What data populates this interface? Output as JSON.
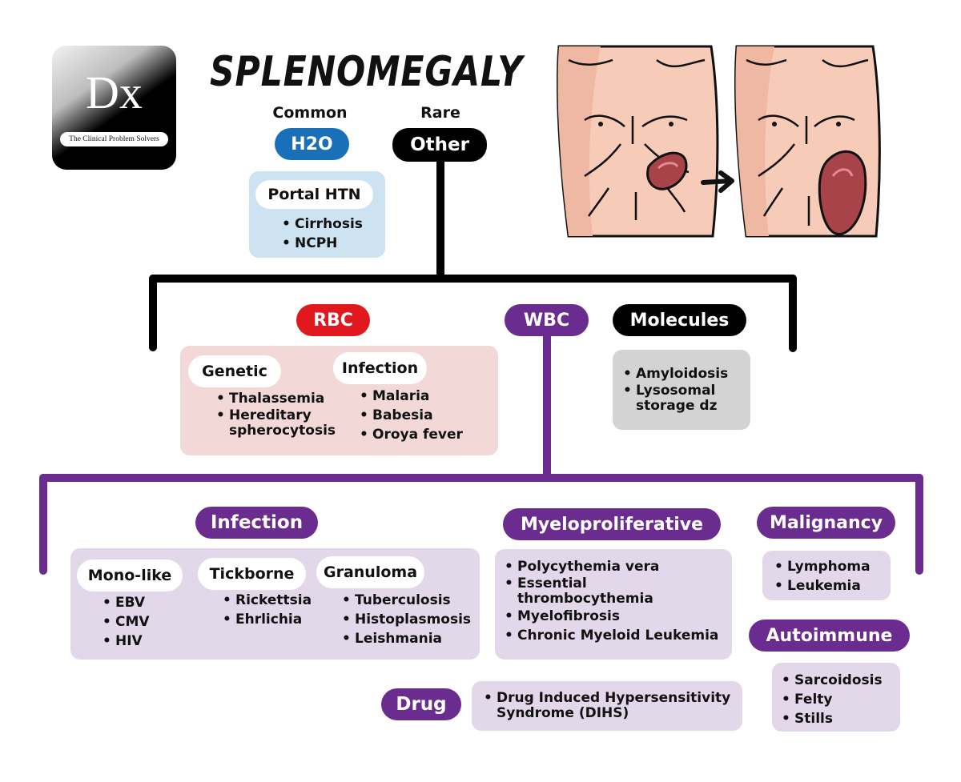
{
  "title": "SPLENOMEGALY",
  "logo": {
    "text": "Dx",
    "subtitle": "The Clinical Problem Solvers"
  },
  "common": {
    "heading": "Common",
    "label": "H2O"
  },
  "rare": {
    "heading": "Rare",
    "label": "Other"
  },
  "portal_htn": {
    "label": "Portal HTN",
    "items": [
      "Cirrhosis",
      "NCPH"
    ]
  },
  "rbc": {
    "label": "RBC",
    "genetic": {
      "label": "Genetic",
      "items": [
        "Thalassemia",
        "Hereditary spherocytosis"
      ]
    },
    "infection": {
      "label": "Infection",
      "items": [
        "Malaria",
        "Babesia",
        "Oroya fever"
      ]
    }
  },
  "wbc": {
    "label": "WBC"
  },
  "molecules": {
    "label": "Molecules",
    "items": [
      "Amyloidosis",
      "Lysosomal storage dz"
    ]
  },
  "wbc_infection": {
    "label": "Infection",
    "mono_like": {
      "label": "Mono-like",
      "items": [
        "EBV",
        "CMV",
        "HIV"
      ]
    },
    "tickborne": {
      "label": "Tickborne",
      "items": [
        "Rickettsia",
        "Ehrlichia"
      ]
    },
    "granuloma": {
      "label": "Granuloma",
      "items": [
        "Tuberculosis",
        "Histoplasmosis",
        "Leishmania"
      ]
    }
  },
  "myeloproliferative": {
    "label": "Myeloproliferative",
    "items": [
      "Polycythemia vera",
      "Essential thrombocythemia",
      "Myelofibrosis",
      "Chronic Myeloid Leukemia"
    ]
  },
  "malignancy": {
    "label": "Malignancy",
    "items": [
      "Lymphoma",
      "Leukemia"
    ]
  },
  "autoimmune": {
    "label": "Autoimmune",
    "items": [
      "Sarcoidosis",
      "Felty",
      "Stills"
    ]
  },
  "drug": {
    "label": "Drug",
    "items": [
      "Drug Induced Hypersensitivity Syndrome (DIHS)"
    ]
  },
  "colors": {
    "black": "#000000",
    "blue": "#1a6fb9",
    "red": "#e1191f",
    "purple": "#6a2d8f",
    "light_blue": "#cde3f2",
    "pink": "#f3d8d8",
    "grey": "#d3d3d3",
    "lavender": "#e2d8e9"
  }
}
